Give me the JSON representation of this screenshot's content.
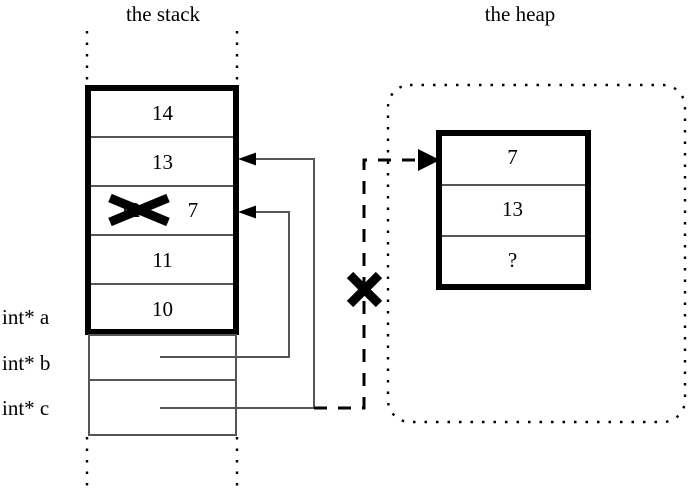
{
  "titles": {
    "stack": "the stack",
    "heap": "the heap"
  },
  "variables": {
    "a": "int* a",
    "b": "int* b",
    "c": "int* c"
  },
  "stack": {
    "frame_cells": [
      "14",
      "13",
      "12",
      "11",
      "10"
    ],
    "overwritten_cell": {
      "old_value": "12",
      "new_value": "7",
      "struck_through": true
    },
    "pointer_cells": [
      "",
      ""
    ]
  },
  "heap": {
    "block_cells": [
      "7",
      "13",
      "?"
    ]
  },
  "annotations": {
    "dangling_pointer_cross": "X",
    "overwrite_cross": "X"
  },
  "colors": {
    "ink": "#000000",
    "background": "#ffffff",
    "thin_line": "#555555"
  }
}
